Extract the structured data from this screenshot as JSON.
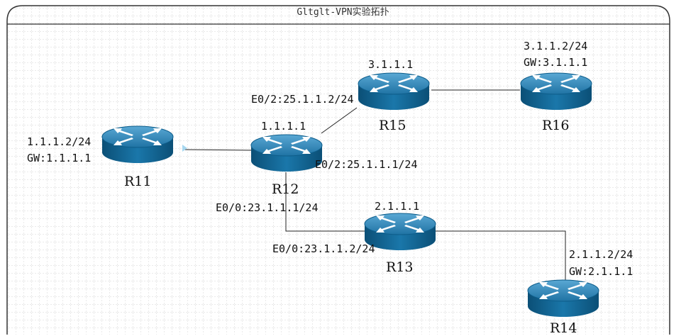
{
  "window": {
    "title": "Gltglt-VPN实验拓扑"
  },
  "routers": {
    "r11": {
      "name": "R11"
    },
    "r12": {
      "name": "R12"
    },
    "r13": {
      "name": "R13"
    },
    "r14": {
      "name": "R14"
    },
    "r15": {
      "name": "R15"
    },
    "r16": {
      "name": "R16"
    }
  },
  "labels": {
    "r11_ip": "1.1.1.2/24",
    "r11_gw": "GW:1.1.1.1",
    "r12_ip": "1.1.1.1",
    "r12_e02": "E0/2:25.1.1.1/24",
    "r12_e00": "E0/0:23.1.1.1/24",
    "r15_ip": "3.1.1.1",
    "r15_e02": "E0/2:25.1.1.2/24",
    "r16_ip": "3.1.1.2/24",
    "r16_gw": "GW:3.1.1.1",
    "r13_ip": "2.1.1.1",
    "r13_e00": "E0/0:23.1.1.2/24",
    "r14_ip": "2.1.1.2/24",
    "r14_gw": "GW:2.1.1.1"
  },
  "colors": {
    "router_top": "#1f7fb0",
    "router_side": "#0f5f8a",
    "grid": "#c8c8c8",
    "frame": "#555555"
  }
}
